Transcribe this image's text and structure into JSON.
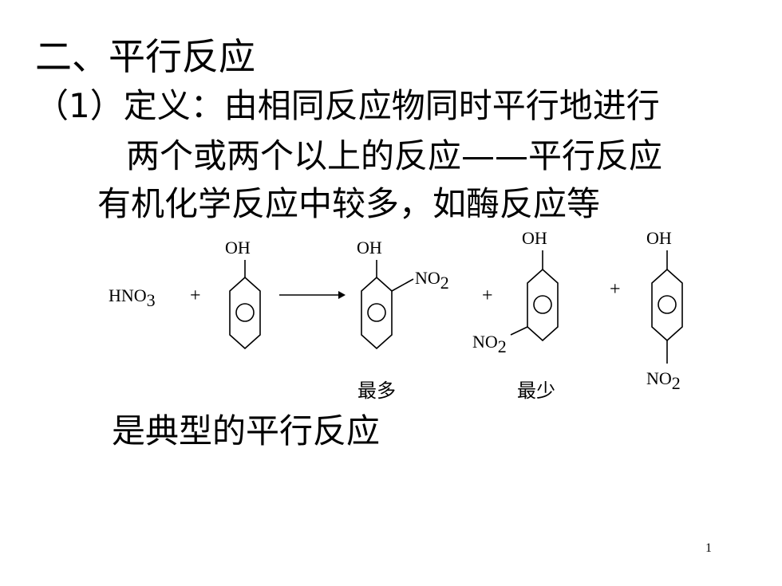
{
  "title": "二、平行反应",
  "definition": {
    "line1": "（1）定义：由相同反应物同时平行地进行",
    "line2": "两个或两个以上的反应——平行反应"
  },
  "note": "有机化学反应中较多，如酶反应等",
  "reaction": {
    "reactant_formula": "HNO",
    "reactant_sub": "3",
    "plus": "+",
    "phenol_label": "OH",
    "nitro_label": "NO",
    "nitro_sub": "2",
    "ortho_yield": "最多",
    "meta_yield": "最少"
  },
  "conclusion": "是典型的平行反应",
  "page_number": "1"
}
